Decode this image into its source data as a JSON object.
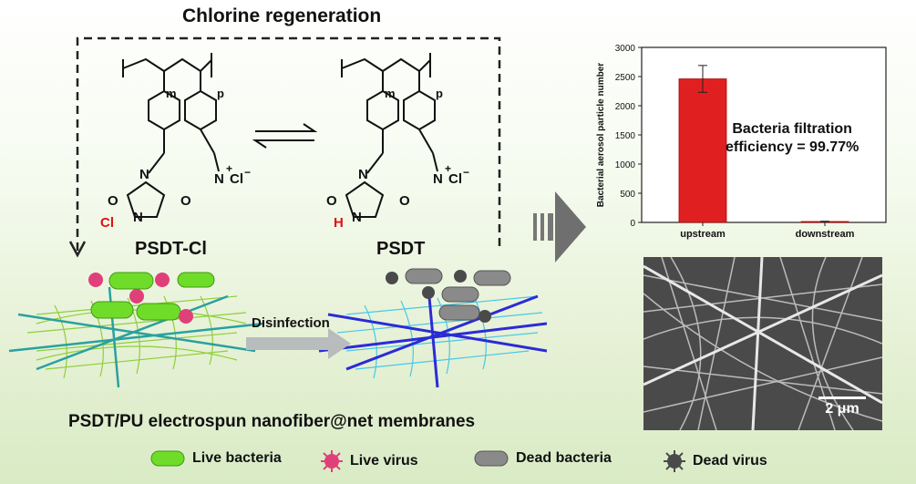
{
  "title": "Chlorine regeneration",
  "molecules": {
    "left_label": "PSDT-Cl",
    "right_label": "PSDT",
    "sub_m": "m",
    "sub_p": "p",
    "atom_N": "N",
    "atom_O": "O",
    "atom_Cl": "Cl",
    "atom_H": "H",
    "cation": "N",
    "plus": "+",
    "counter_ion": "Cl",
    "minus": "−"
  },
  "process_label": "Disinfection",
  "membrane_label": "PSDT/PU electrospun nanofiber@net membranes",
  "legend": {
    "live_bacteria": "Live bacteria",
    "live_virus": "Live virus",
    "dead_bacteria": "Dead bacteria",
    "dead_virus": "Dead virus"
  },
  "colors": {
    "live_bacteria": "#6fdc2a",
    "live_virus": "#e0407a",
    "dead_bacteria": "#8a8a8a",
    "dead_virus": "#4a4a4a",
    "bar": "#e02020",
    "red_atom": "#d11111"
  },
  "annotation": {
    "line1": "Bacteria filtration",
    "line2": "efficiency = 99.77%"
  },
  "sem": {
    "scale_label": "2 μm"
  },
  "chart_data": {
    "type": "bar",
    "categories": [
      "upstream",
      "downstream"
    ],
    "values": [
      2460,
      15
    ],
    "errors": [
      230,
      5
    ],
    "ylabel": "Bacterial aerosol particle number",
    "xlabel": "",
    "ylim": [
      0,
      3000
    ],
    "yticks": [
      0,
      500,
      1000,
      1500,
      2000,
      2500,
      3000
    ],
    "grid": false
  }
}
